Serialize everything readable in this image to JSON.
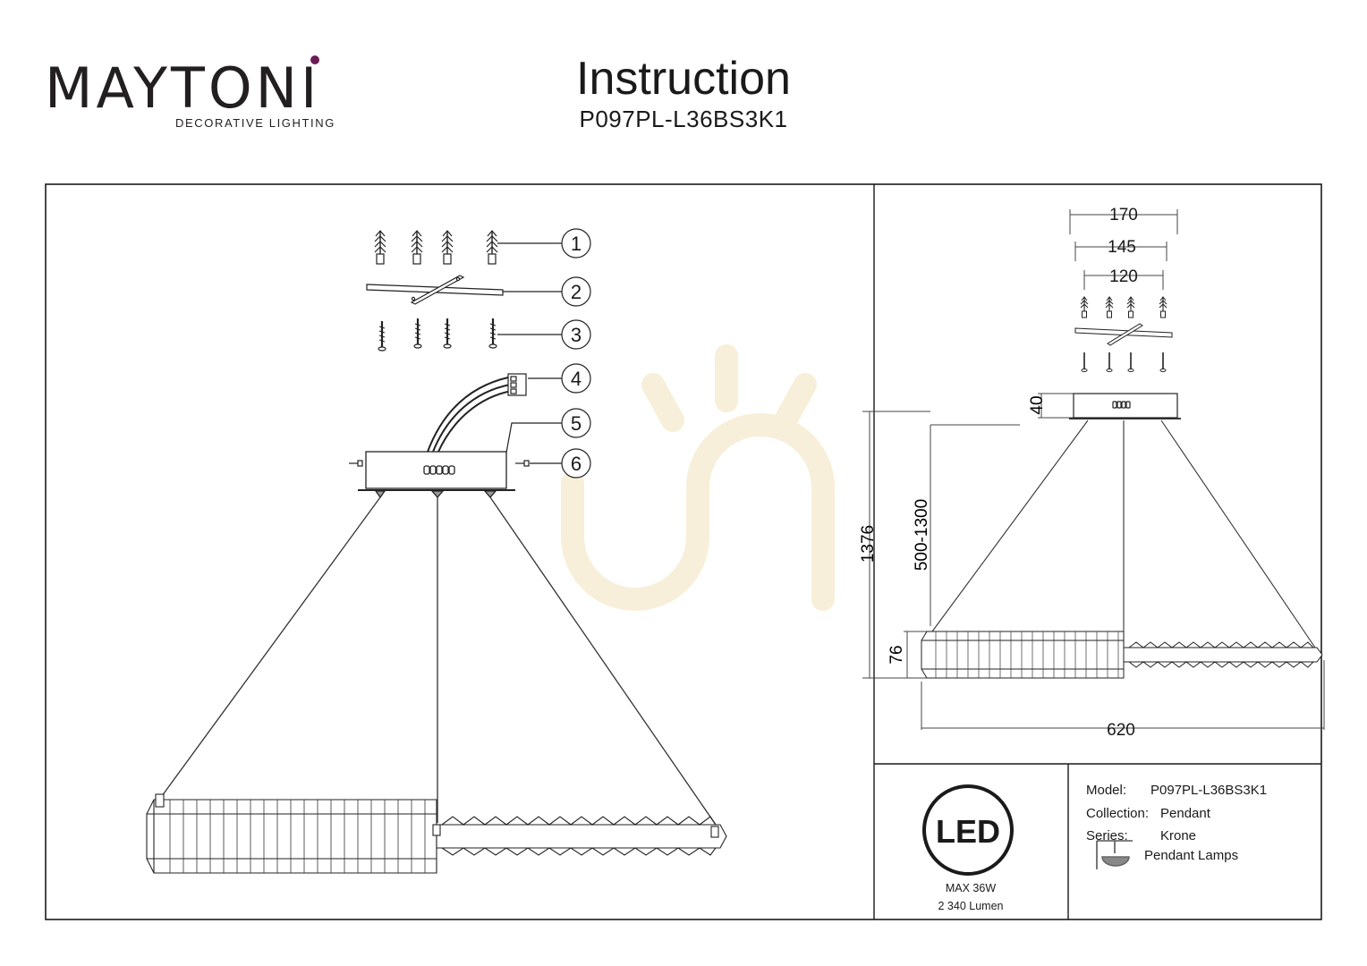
{
  "header": {
    "brand": "MAYTONI",
    "brand_tagline": "DECORATIVE LIGHTING",
    "title": "Instruction",
    "model_code": "P097PL-L36BS3K1"
  },
  "parts_callouts": [
    "1",
    "2",
    "3",
    "4",
    "5",
    "6"
  ],
  "dimensions": {
    "width_170": "170",
    "width_145": "145",
    "width_120": "120",
    "canopy_height": "40",
    "total_height": "1376",
    "adjustable_height": "500-1300",
    "body_height": "76",
    "length": "620"
  },
  "led_box": {
    "logo_text": "LED",
    "max_power": "MAX 36W",
    "luminous_flux": "2 340 Lumen"
  },
  "specs": {
    "model_label": "Model:",
    "model_value": "P097PL-L36BS3K1",
    "collection_label": "Collection:",
    "collection_value": "Pendant",
    "series_label": "Series:",
    "series_value": "Krone",
    "type_value": "Pendant Lamps"
  },
  "colors": {
    "brand_accent": "#6d1b55",
    "line": "#1a1a1a",
    "watermark": "#f7efd9"
  }
}
